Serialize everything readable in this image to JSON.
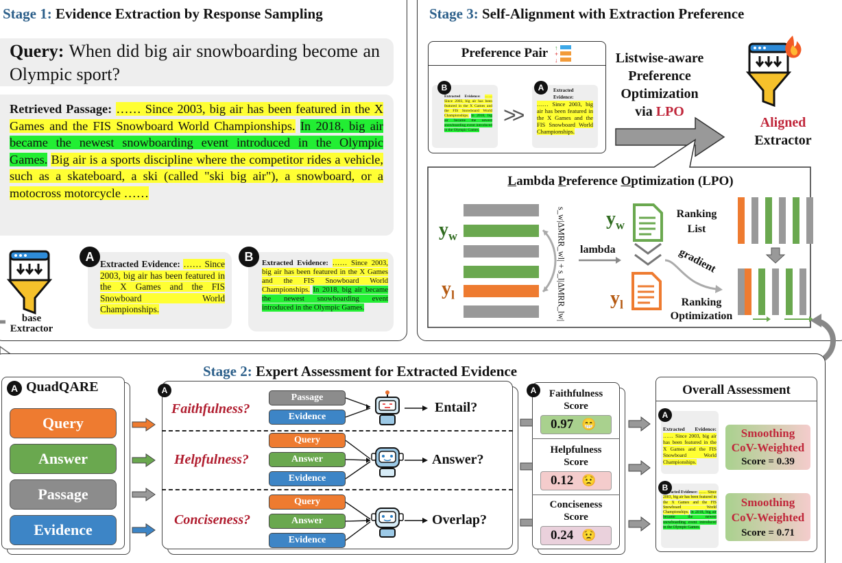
{
  "stage1": {
    "title_prefix": "Stage 1:",
    "title_rest": "Evidence Extraction by Response Sampling",
    "query_label": "Query:",
    "query_text": "When did big air snowboarding become an Olympic sport?",
    "passage_label": "Retrieved Passage:",
    "passage_seg1": "…… Since 2003, big air has been featured in the X Games and the FIS Snowboard World Championships.",
    "passage_seg2": "In 2018, big air became the newest snowboarding event introduced in the Olympic Games.",
    "passage_seg3": "Big air is a sports discipline where the competitor rides a vehicle, such as a skateboard, a ski (called \"ski big air\"), a snowboard, or a motocross motorcycle ……",
    "extractor_label1": "base",
    "extractor_label2": "Extractor",
    "evidence_a_label": "Extracted Evidence:",
    "evidence_a_text": "…… Since 2003, big air has been featured in the X Games and the FIS Snowboard World Championships.",
    "evidence_b_label": "Extracted Evidence:",
    "evidence_b_seg1": "…… Since 2003, big air has been featured in the X Games and the FIS Snowboard World Championships.",
    "evidence_b_seg2": "In 2018, big air became the newest snowboarding event introduced in the Olympic Games."
  },
  "stage3": {
    "title_prefix": "Stage 3:",
    "title_rest": "Self-Alignment with Extraction Preference",
    "pref_pair_label": "Preference Pair",
    "lpo_line1": "Listwise-aware",
    "lpo_line2": "Preference",
    "lpo_line3": "Optimization",
    "lpo_line4_prefix": "via",
    "lpo_line4_red": "LPO",
    "aligned_label": "Aligned",
    "extractor_label": "Extractor",
    "lpo_title_L": "L",
    "lpo_title_1": "ambda ",
    "lpo_title_P": "P",
    "lpo_title_2": "reference ",
    "lpo_title_O": "O",
    "lpo_title_3": "ptimization (LPO)",
    "yw": "y",
    "yw_sub": "w",
    "yl": "y",
    "yl_sub": "l",
    "lambda_label": "lambda",
    "formula": "s_w|ΔMRR_wl| + s_l|ΔMRR_lw|",
    "ranking_list_1": "Ranking",
    "ranking_list_2": "List",
    "gradient_label": "gradient",
    "ranking_opt_1": "Ranking",
    "ranking_opt_2": "Optimization",
    "gt": ">>",
    "mini_b_label": "Extracted Evidence:",
    "mini_b_seg1": "…… Since 2003, big air has been featured in the X Games and the FIS Snowboard World Championships.",
    "mini_b_seg2": "In 2018, big air became the newest snowboarding event introduced in the Olympic Games.",
    "mini_a_label": "Extracted Evidence:",
    "mini_a_text": "…… Since 2003, big air has been featured in the X Games and the FIS Snowboard World Championships."
  },
  "stage2": {
    "title_prefix": "Stage 2:",
    "title_rest": "Expert Assessment for Extracted Evidence",
    "quadqare_label": "QuadQARE",
    "items": [
      "Query",
      "Answer",
      "Passage",
      "Evidence"
    ],
    "faithfulness_q": "Faithfulness?",
    "helpfulness_q": "Helpfulness?",
    "conciseness_q": "Conciseness?",
    "passage_btn": "Passage",
    "evidence_btn": "Evidence",
    "query_btn": "Query",
    "answer_btn": "Answer",
    "entail": "Entail?",
    "answer_q": "Answer?",
    "overlap": "Overlap?",
    "faith_score_1": "Faithfulness",
    "faith_score_2": "Score",
    "faith_value": "0.97",
    "help_score_1": "Helpfulness",
    "help_score_2": "Score",
    "help_value": "0.12",
    "conc_score_1": "Conciseness",
    "conc_score_2": "Score",
    "conc_value": "0.24",
    "overall_title": "Overall Assessment",
    "smoothing": "Smoothing",
    "cov": "CoV-Weighted",
    "score_a": "Score = 0.39",
    "score_b": "Score = 0.71",
    "oa_a_label": "Extracted Evidence:",
    "oa_a_text": "…… Since 2003, big air has been featured in the X Games and the FIS Snowboard World Championships.",
    "oa_b_label": "Extracted Evidence:",
    "oa_b_seg1": "…… Since 2003, big air has been featured in the X Games and the FIS Snowboard World Championships.",
    "oa_b_seg2": "In 2018, big air became the newest snowboarding event introduced in the Olympic Games."
  },
  "badges": {
    "a": "A",
    "b": "B"
  },
  "colors": {
    "orange": "#ee7b30",
    "green": "#6aa84f",
    "gray": "#8c8c8c",
    "blue": "#3d85c6",
    "red": "#c0263a",
    "stage_blue": "#2c5f8a"
  }
}
